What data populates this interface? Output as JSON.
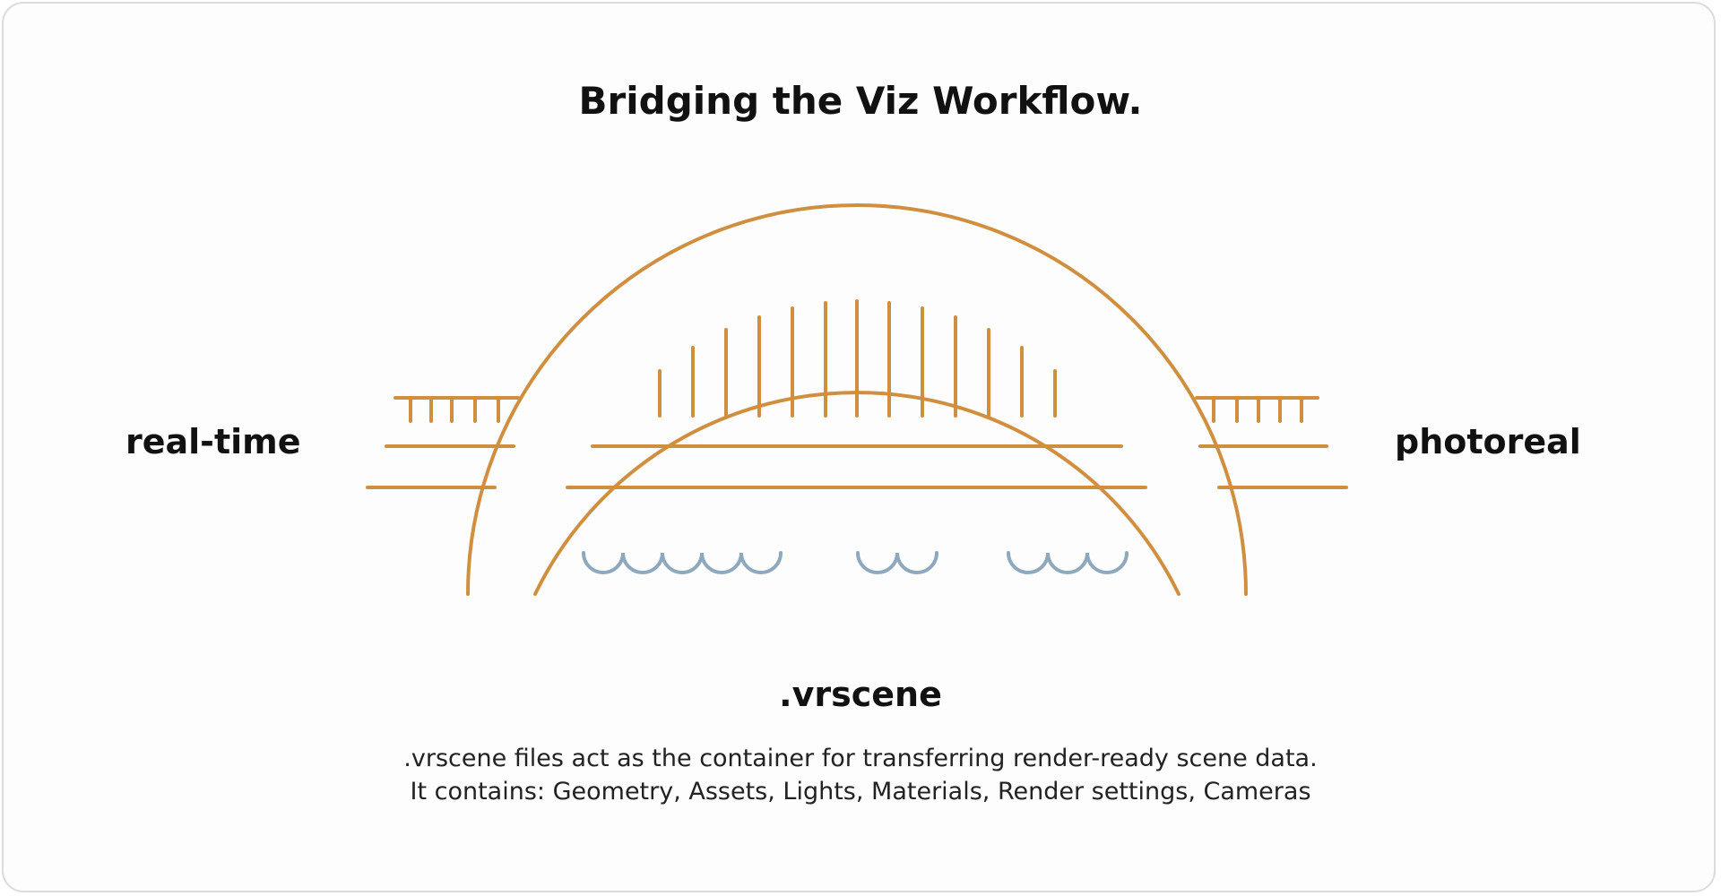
{
  "title": "Bridging the Viz Workflow.",
  "left_label": "real-time",
  "right_label": "photoreal",
  "center_label": ".vrscene",
  "description": {
    "line1": ".vrscene files act as the container for transferring render-ready scene data.",
    "line2": "It contains: Geometry, Assets, Lights, Materials, Render settings, Cameras"
  },
  "colors": {
    "bridge": "#d08f3f",
    "water": "#8ea8bd",
    "text": "#111111",
    "border": "#dcdcdc"
  },
  "icons": {
    "bridge": "bridge-arch-icon",
    "water": "water-waves-icon"
  }
}
